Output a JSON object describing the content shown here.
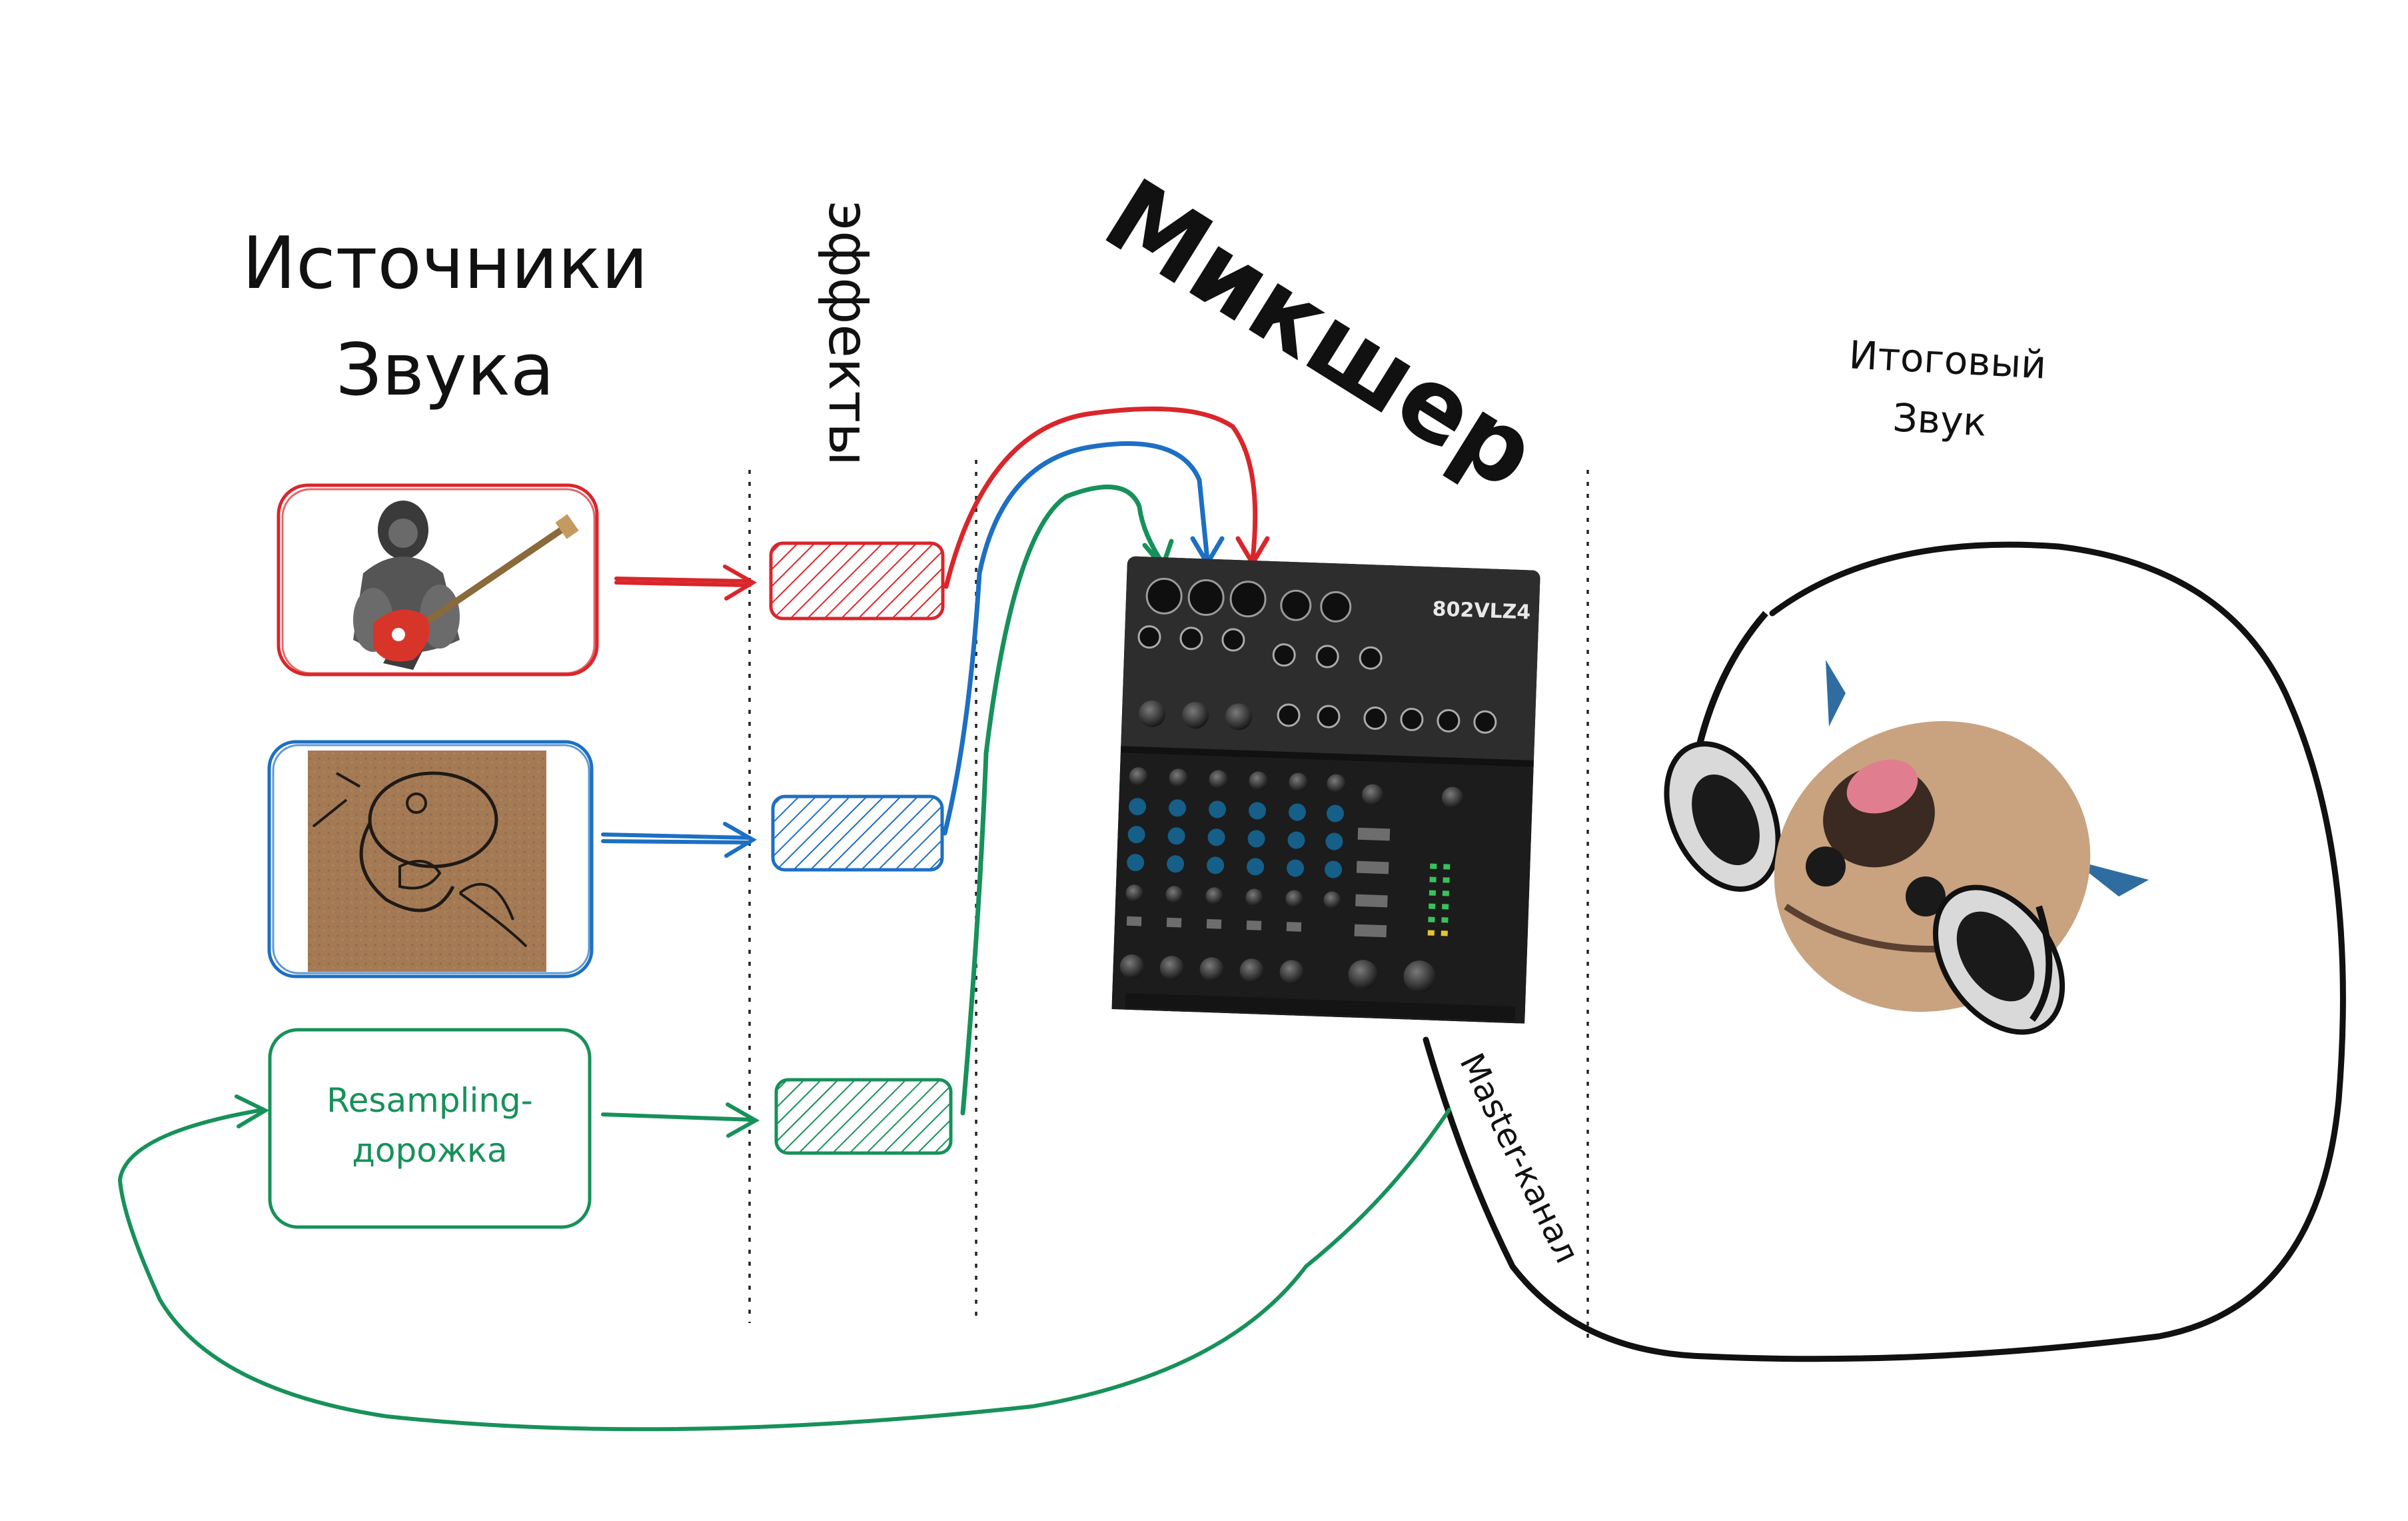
{
  "titles": {
    "sources_line1": "Источники",
    "sources_line2": "Звука",
    "effects": "эффекты",
    "mixer": "Микшер",
    "final_line1": "Итоговый",
    "final_line2": "Звук"
  },
  "sources": {
    "resampling_line1": "Resampling-",
    "resampling_line2": "дорожка"
  },
  "cable": {
    "master_label": "Master-канал"
  },
  "mixer_device": {
    "model": "802VLZ4"
  },
  "colors": {
    "red": "#d9262b",
    "blue": "#1d6fc2",
    "green": "#17915a",
    "black": "#111111"
  },
  "icons": {
    "source_1": "gorilla-bass-guitar-image",
    "source_2": "fish-sketch-image",
    "mixer": "audio-mixer-image",
    "final": "pug-headphones-image"
  }
}
